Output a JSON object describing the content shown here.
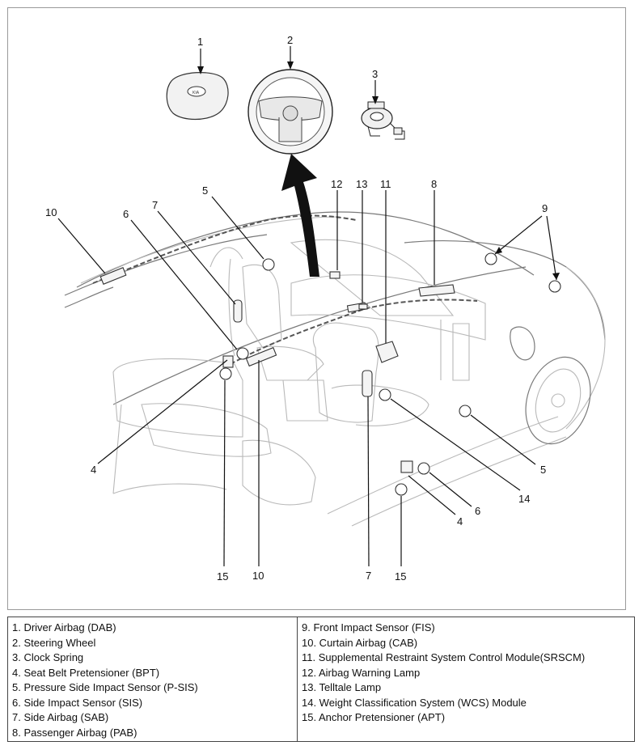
{
  "callouts": {
    "c1": "1",
    "c2": "2",
    "c3": "3",
    "c4a": "4",
    "c4b": "4",
    "c5a": "5",
    "c5b": "5",
    "c6a": "6",
    "c6b": "6",
    "c7a": "7",
    "c7b": "7",
    "c8": "8",
    "c9": "9",
    "c10a": "10",
    "c10b": "10",
    "c11": "11",
    "c12": "12",
    "c13": "13",
    "c14": "14",
    "c15a": "15",
    "c15b": "15"
  },
  "legend": {
    "left": [
      "1. Driver Airbag (DAB)",
      "2. Steering Wheel",
      "3. Clock Spring",
      "4. Seat Belt Pretensioner (BPT)",
      "5. Pressure Side Impact Sensor (P-SIS)",
      "6. Side Impact Sensor (SIS)",
      "7. Side Airbag (SAB)",
      "8. Passenger Airbag (PAB)"
    ],
    "right": [
      "9. Front Impact Sensor (FIS)",
      "10. Curtain Airbag (CAB)",
      "11. Supplemental Restraint System Control Module(SRSCM)",
      "12. Airbag Warning Lamp",
      "13. Telltale Lamp",
      "14. Weight Classification System (WCS) Module",
      "15. Anchor Pretensioner (APT)"
    ]
  }
}
